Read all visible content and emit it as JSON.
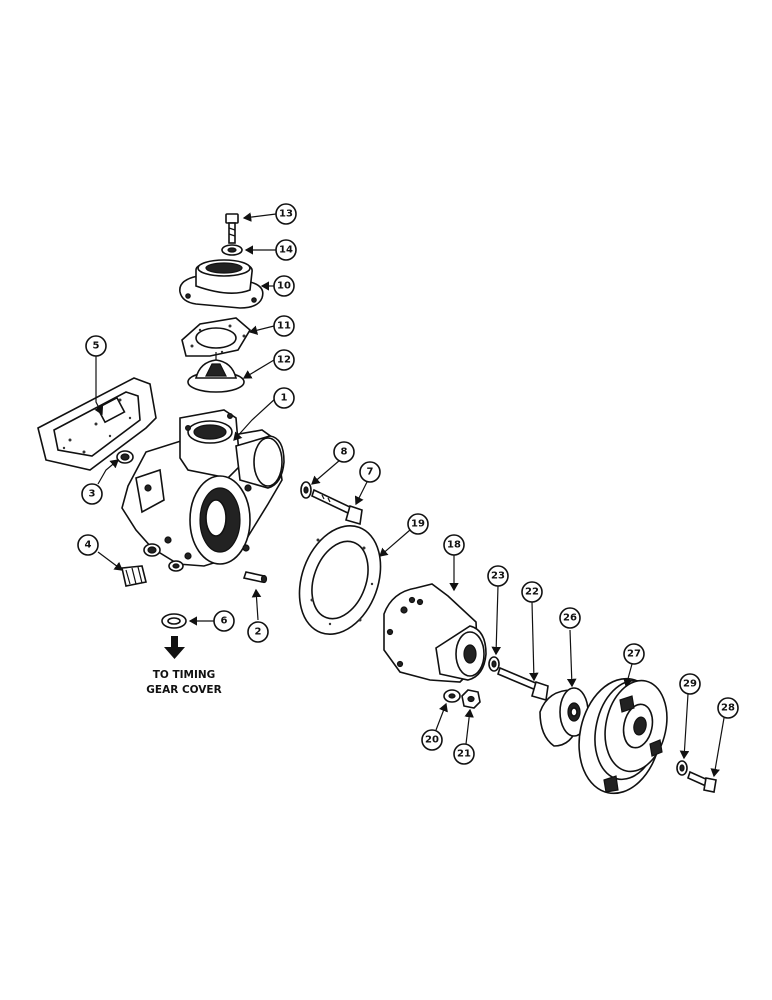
{
  "figure": {
    "note_lines": [
      "TO TIMING",
      "GEAR COVER"
    ],
    "callouts": [
      "1",
      "2",
      "3",
      "4",
      "5",
      "6",
      "7",
      "8",
      "10",
      "11",
      "12",
      "13",
      "14",
      "18",
      "19",
      "20",
      "21",
      "22",
      "23",
      "26",
      "27",
      "28",
      "29"
    ]
  },
  "colors": {
    "ink": "#111111",
    "paper": "#ffffff"
  },
  "icons": {
    "direction": "down-arrow-icon"
  }
}
